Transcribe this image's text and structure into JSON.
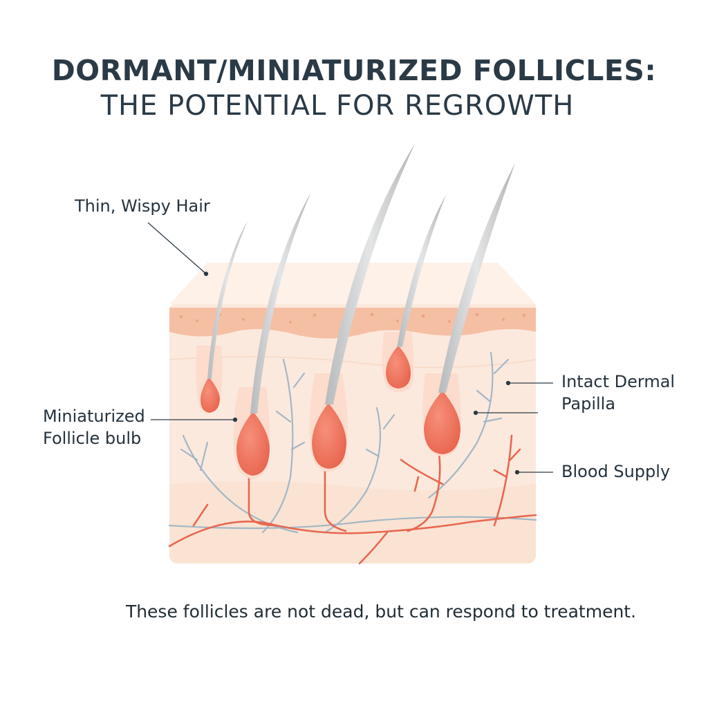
{
  "title": {
    "line1": "DORMANT/MINIATURIZED FOLLICLES:",
    "line2": "THE POTENTIAL FOR REGROWTH"
  },
  "labels": {
    "thin_hair": "Thin, Wispy Hair",
    "bulb_line1": "Miniaturized",
    "bulb_line2": "Follicle bulb",
    "papilla_line1": "Intact Dermal",
    "papilla_line2": "Papilla",
    "blood": "Blood Supply"
  },
  "caption": "These follicles are not dead, but can respond to treatment.",
  "colors": {
    "skin_light": "#fbe8db",
    "epidermis": "#f6c3a9",
    "follicle": "#f07e68",
    "hair": "#c9cbcc",
    "nerve": "#9fb4c4",
    "vessel": "#e8674f",
    "text": "#24323d"
  }
}
